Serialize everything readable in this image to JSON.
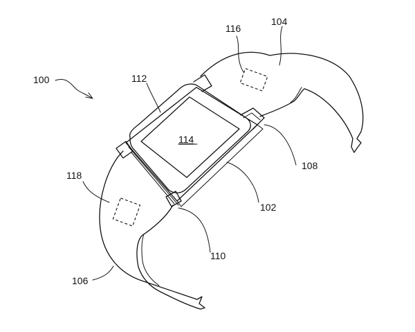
{
  "figure": {
    "labels": {
      "device": "100",
      "body": "102",
      "band_right": "104",
      "band_left": "106",
      "connector_right": "108",
      "connector_left": "110",
      "housing": "112",
      "display": "114",
      "sensor_right": "116",
      "sensor_left": "118"
    }
  }
}
